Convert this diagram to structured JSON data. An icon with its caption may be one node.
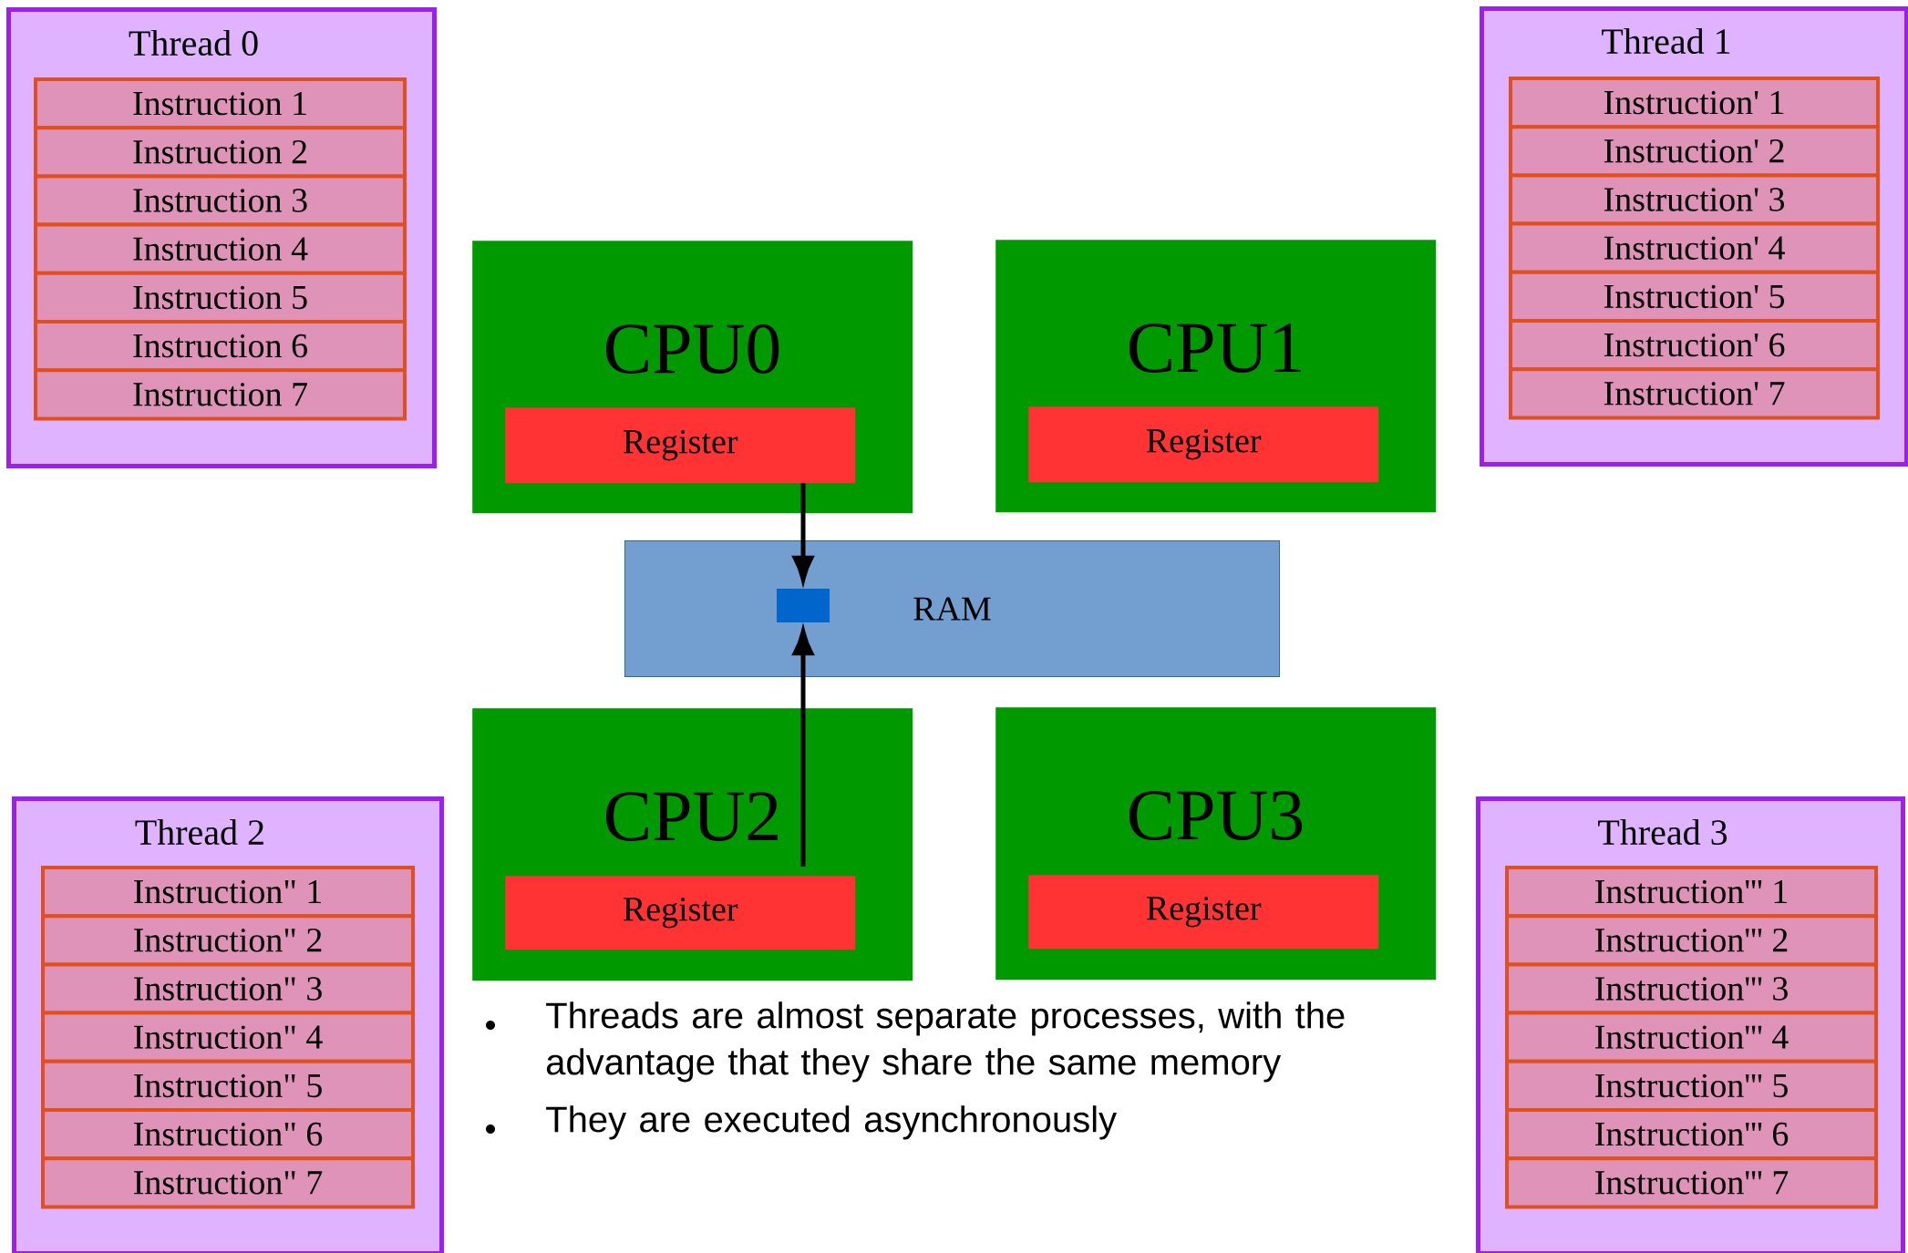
{
  "diagram": {
    "nodes": [
      {
        "text": [
          "Thread 0"
        ]
      },
      {
        "text": [
          "Instruction 1"
        ],
        "in": 0
      },
      {
        "text": [
          "Instruction 2"
        ],
        "in": 0
      },
      {
        "text": [
          "Instruction 3"
        ],
        "in": 0
      },
      {
        "text": [
          "Instruction 4"
        ],
        "in": 0
      },
      {
        "text": [
          "Instruction 5"
        ],
        "in": 0
      },
      {
        "text": [
          "Instruction 6"
        ],
        "in": 0
      },
      {
        "text": [
          "Instruction 7"
        ],
        "in": 0
      },
      {
        "text": [
          "Thread 1"
        ]
      },
      {
        "text": [
          "Instruction' 1"
        ],
        "in": 8
      },
      {
        "text": [
          "Instruction' 2"
        ],
        "in": 8
      },
      {
        "text": [
          "Instruction' 3"
        ],
        "in": 8
      },
      {
        "text": [
          "Instruction' 4"
        ],
        "in": 8
      },
      {
        "text": [
          "Instruction' 5"
        ],
        "in": 8
      },
      {
        "text": [
          "Instruction' 6"
        ],
        "in": 8
      },
      {
        "text": [
          "Instruction' 7"
        ],
        "in": 8
      },
      {
        "text": [
          "CPU0"
        ]
      },
      {
        "text": [
          "Register"
        ],
        "in": 16
      },
      {
        "text": [
          "CPU1"
        ]
      },
      {
        "text": [
          "Register"
        ],
        "in": 18
      },
      {
        "text": [
          "RAM"
        ]
      },
      {
        "text": [],
        "shape": "box",
        "in": 20
      },
      {
        "text": [
          "CPU2"
        ]
      },
      {
        "text": [
          "Register"
        ],
        "in": 22
      },
      {
        "text": [
          "CPU3"
        ]
      },
      {
        "text": [
          "Register"
        ],
        "in": 24
      },
      {
        "text": [
          "Thread 2"
        ]
      },
      {
        "text": [
          "Instruction\" 1"
        ],
        "in": 26
      },
      {
        "text": [
          "Instruction\" 2"
        ],
        "in": 26
      },
      {
        "text": [
          "Instruction\" 3"
        ],
        "in": 26
      },
      {
        "text": [
          "Instruction\" 4"
        ],
        "in": 26
      },
      {
        "text": [
          "Instruction\" 5"
        ],
        "in": 26
      },
      {
        "text": [
          "Instruction\" 6"
        ],
        "in": 26
      },
      {
        "text": [
          "Instruction\" 7"
        ],
        "in": 26
      },
      {
        "text": [
          "Thread 3"
        ]
      },
      {
        "text": [
          "Instruction''' 1"
        ],
        "in": 34
      },
      {
        "text": [
          "Instruction''' 2"
        ],
        "in": 34
      },
      {
        "text": [
          "Instruction''' 3"
        ],
        "in": 34
      },
      {
        "text": [
          "Instruction''' 4"
        ],
        "in": 34
      },
      {
        "text": [
          "Instruction''' 5"
        ],
        "in": 34
      },
      {
        "text": [
          "Instruction''' 6"
        ],
        "in": 34
      },
      {
        "text": [
          "Instruction''' 7"
        ],
        "in": 34
      }
    ],
    "edges": [
      {
        "from": 17,
        "to": 21,
        "arrow": "to"
      },
      {
        "from": 23,
        "to": 21,
        "arrow": "to"
      }
    ],
    "labels": [
      "Threads are almost separate processes, with the advantage that they share the same memory",
      "They are executed asynchronously"
    ]
  }
}
